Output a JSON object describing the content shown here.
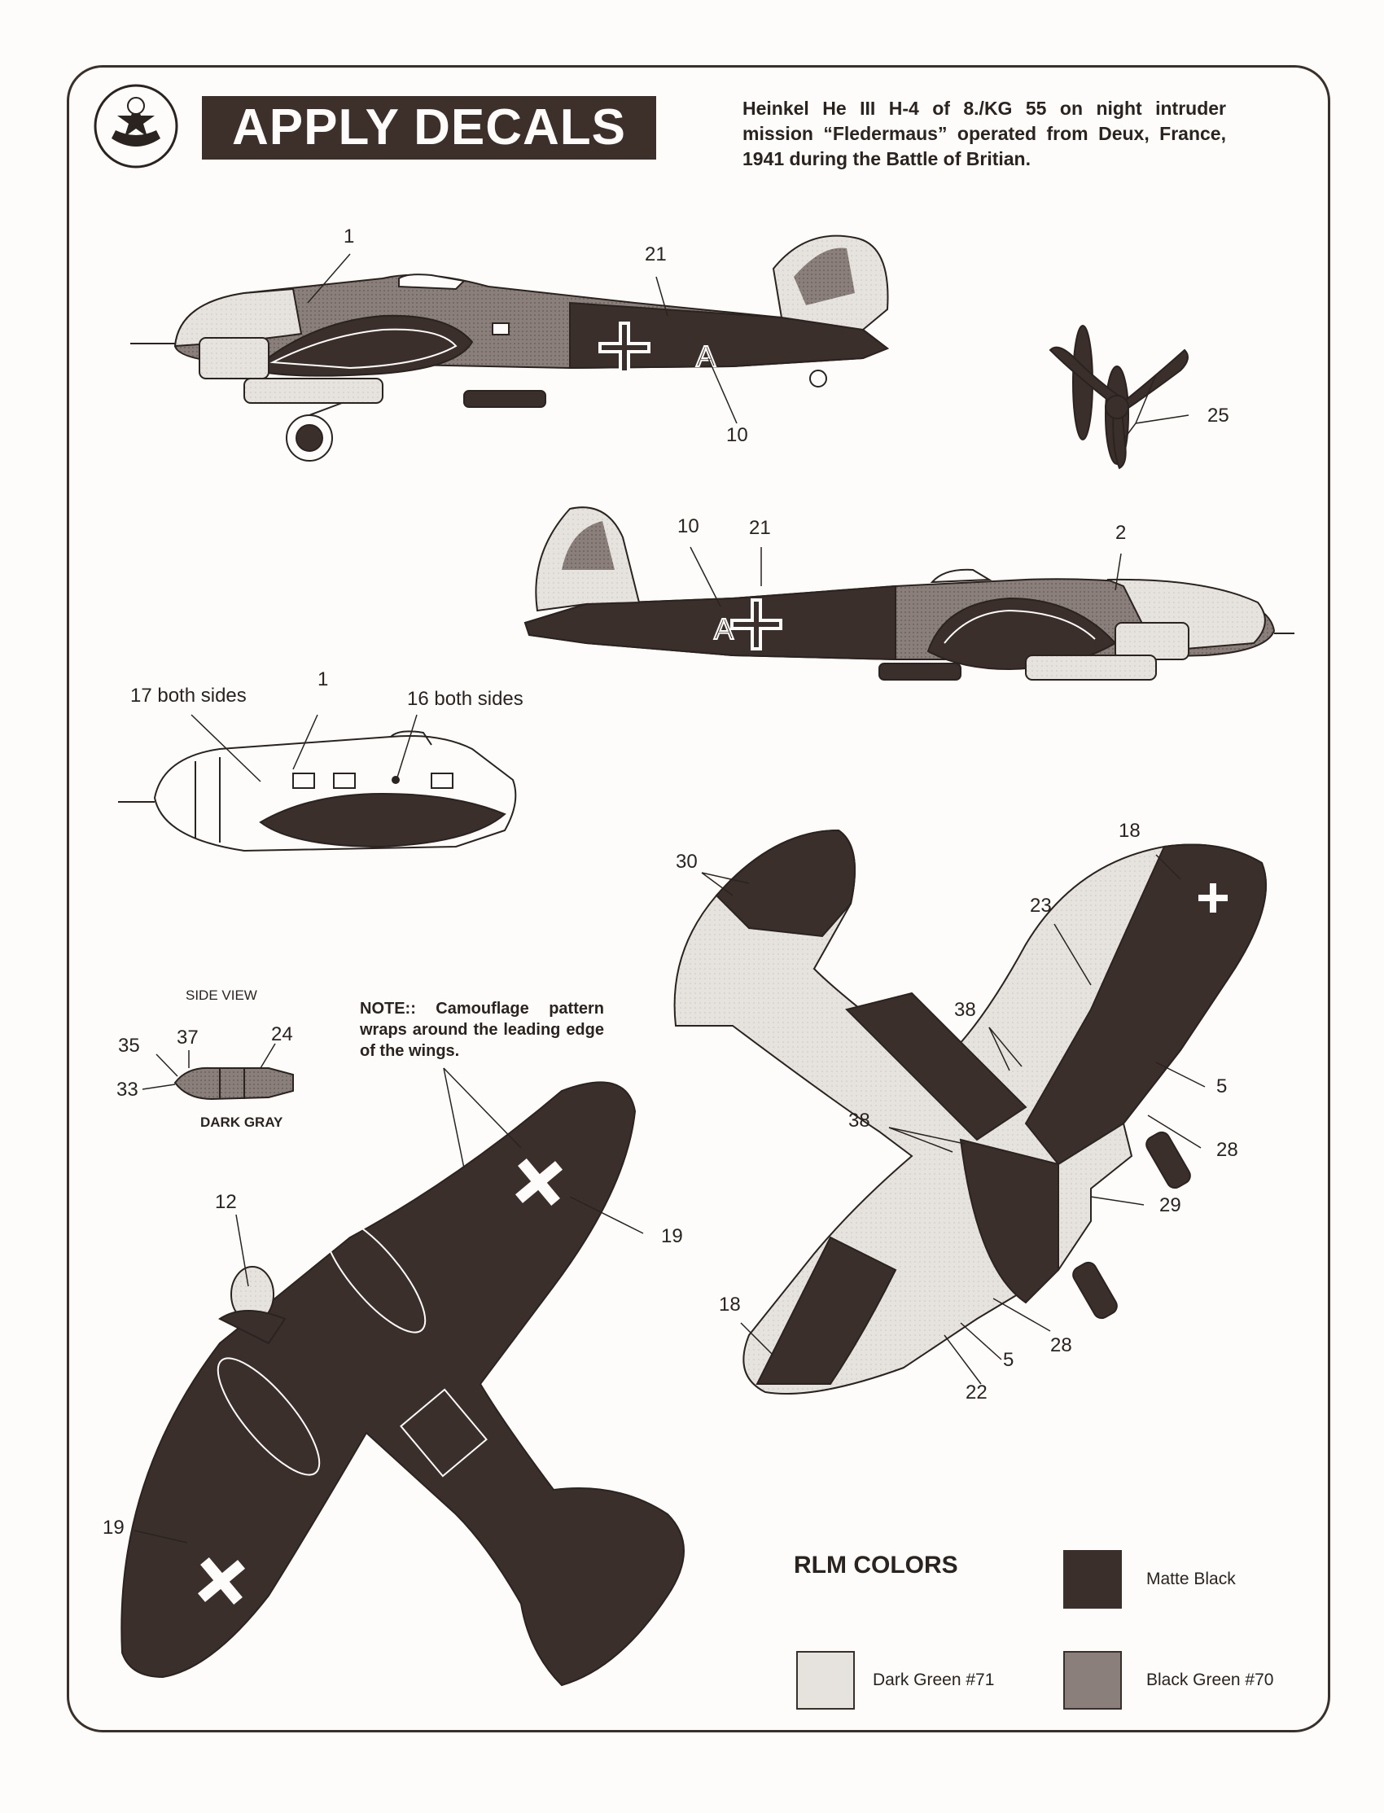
{
  "header": {
    "title": "APPLY DECALS",
    "description": "Heinkel He III H-4 of 8./KG 55 on night intruder mission “Fledermaus” operated from Deux, France, 1941 during the Battle of Britian."
  },
  "callouts": {
    "side_top": [
      "1",
      "21",
      "10"
    ],
    "propeller": "25",
    "side_bottom": [
      "10",
      "21",
      "2"
    ],
    "nose_detail": [
      "17 both sides",
      "1",
      "16 both sides"
    ],
    "underside": [
      "30",
      "18",
      "23",
      "38",
      "5",
      "28",
      "38",
      "29",
      "18",
      "28",
      "5",
      "22"
    ],
    "bomb": {
      "title": "SIDE VIEW",
      "numbers": [
        "35",
        "37",
        "24",
        "33"
      ],
      "color": "DARK GRAY"
    },
    "topside": [
      "12",
      "19",
      "19"
    ]
  },
  "note": "NOTE:: Camouflage pattern wraps around the leading edge of the wings.",
  "rlm": {
    "title": "RLM COLORS",
    "colors": [
      {
        "name": "Matte Black",
        "hex": "#3b2f2b"
      },
      {
        "name": "Dark Green #71",
        "hex": "#e6e3df"
      },
      {
        "name": "Black Green #70",
        "hex": "#8a7f7a"
      }
    ]
  }
}
